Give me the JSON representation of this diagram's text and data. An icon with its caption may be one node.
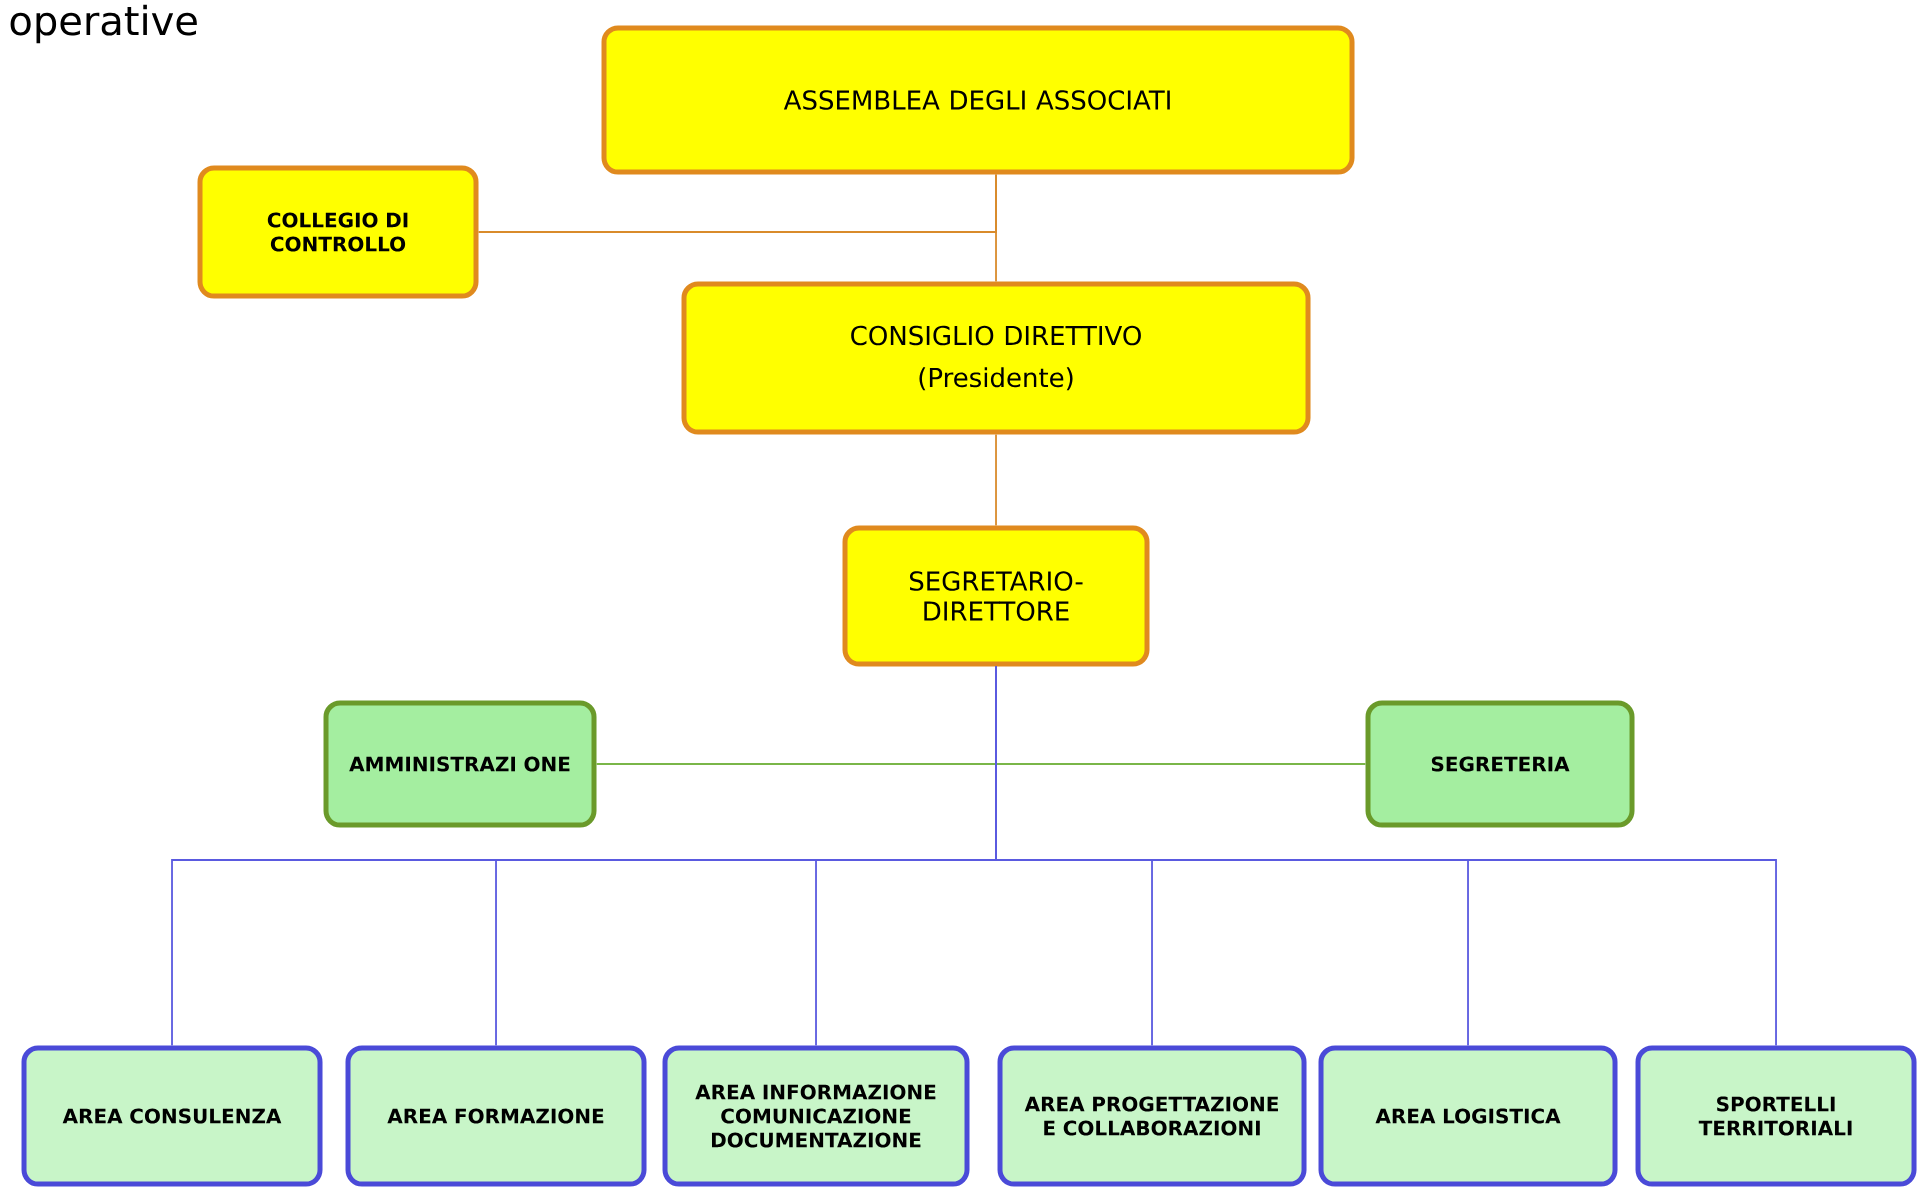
{
  "diagram": {
    "nodes": [
      {
        "text": [
          "ASSEMBLEA DEGLI ASSOCIATI"
        ]
      },
      {
        "text": [
          "COLLEGIO DI CONTROLLO"
        ]
      },
      {
        "text": [
          "CONSIGLIO DIRETTIVO",
          "(Presidente)"
        ]
      },
      {
        "text": [
          "SEGRETARIO- DIRETTORE"
        ]
      },
      {
        "text": [
          "AMMINISTRAZI ONE"
        ]
      },
      {
        "text": [
          "SEGRETERIA"
        ]
      },
      {
        "text": [
          "AREA CONSULENZA"
        ]
      },
      {
        "text": [
          "AREA FORMAZIONE"
        ]
      },
      {
        "text": [
          "AREA INFORMAZIONE COMUNICAZIONE DOCUMENTAZIONE"
        ]
      },
      {
        "text": [
          "AREA PROGETTAZIONE E COLLABORAZIONI"
        ]
      },
      {
        "text": [
          "AREA LOGISTICA"
        ]
      },
      {
        "text": [
          "SPORTELLI TERRITORIALI"
        ]
      }
    ],
    "edges": [
      {
        "from": 0,
        "to": 1,
        "arrow": "none",
        "color": "#d98b2b"
      },
      {
        "from": 0,
        "to": 2,
        "arrow": "none",
        "color": "#d98b2b"
      },
      {
        "from": 2,
        "to": 3,
        "arrow": "none",
        "color": "#d98b2b"
      },
      {
        "from": 3,
        "to": 4,
        "arrow": "none",
        "color": "#7ab648"
      },
      {
        "from": 3,
        "to": 5,
        "arrow": "none",
        "color": "#7ab648"
      },
      {
        "from": 3,
        "to": 6,
        "arrow": "none"
      },
      {
        "from": 3,
        "to": 7,
        "arrow": "none"
      },
      {
        "from": 3,
        "to": 8,
        "arrow": "none"
      },
      {
        "from": 3,
        "to": 9,
        "arrow": "none"
      },
      {
        "from": 3,
        "to": 10,
        "arrow": "none"
      },
      {
        "from": 3,
        "to": 11,
        "arrow": "none"
      }
    ],
    "labels": [
      "operative"
    ]
  }
}
